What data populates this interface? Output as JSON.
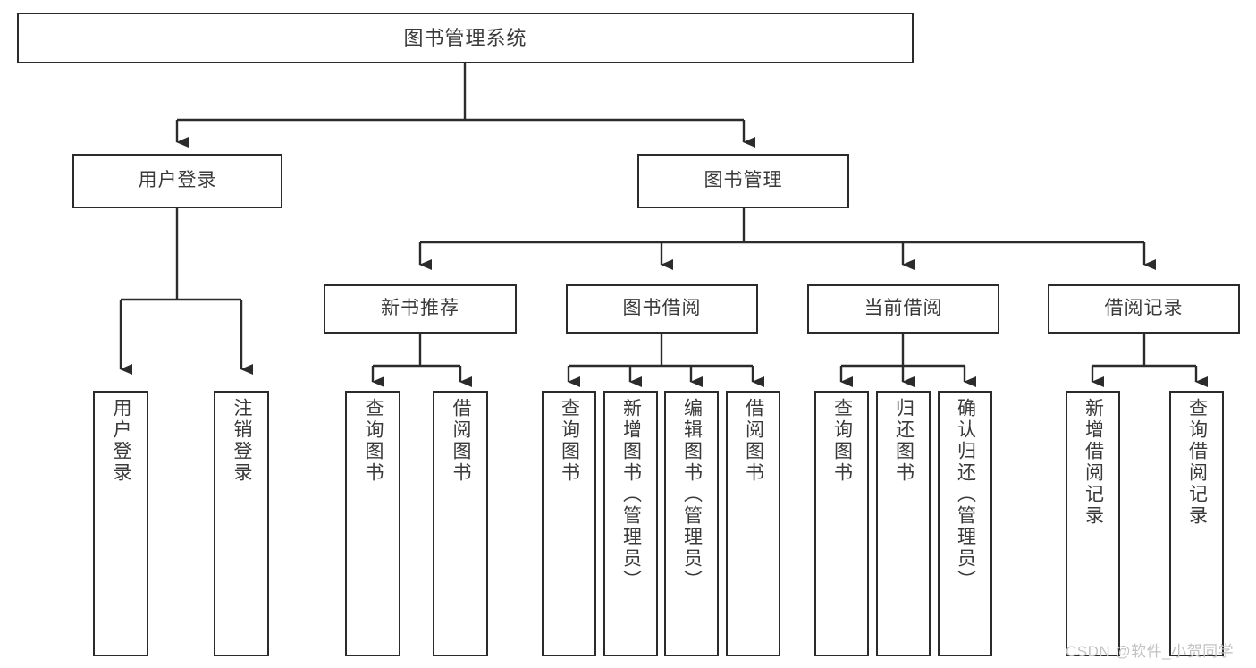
{
  "diagram": {
    "title": "图书管理系统",
    "type": "hierarchy-tree",
    "watermark": "CSDN @软件_小贺同学",
    "colors": {
      "box_border": "#2b2b2b",
      "box_fill": "#ffffff",
      "connector": "#2b2b2b",
      "text": "#3a3a3a",
      "watermark": "#c2c2c2",
      "background": "#ffffff"
    },
    "levels": [
      {
        "level": 1,
        "nodes": [
          {
            "id": "root",
            "label": "图书管理系统",
            "orientation": "horizontal"
          }
        ]
      },
      {
        "level": 2,
        "nodes": [
          {
            "id": "user-login",
            "label": "用户登录",
            "orientation": "horizontal",
            "parent": "root"
          },
          {
            "id": "book-manage",
            "label": "图书管理",
            "orientation": "horizontal",
            "parent": "root"
          }
        ]
      },
      {
        "level": 3,
        "nodes": [
          {
            "id": "new-book-rec",
            "label": "新书推荐",
            "orientation": "horizontal",
            "parent": "book-manage"
          },
          {
            "id": "book-borrow",
            "label": "图书借阅",
            "orientation": "horizontal",
            "parent": "book-manage"
          },
          {
            "id": "current-borrow",
            "label": "当前借阅",
            "orientation": "horizontal",
            "parent": "book-manage"
          },
          {
            "id": "borrow-record",
            "label": "借阅记录",
            "orientation": "horizontal",
            "parent": "book-manage"
          }
        ]
      },
      {
        "level": 4,
        "nodes": [
          {
            "id": "leaf-user-login",
            "label": "用户登录",
            "orientation": "vertical",
            "parent": "user-login"
          },
          {
            "id": "leaf-logout",
            "label": "注销登录",
            "orientation": "vertical",
            "parent": "user-login"
          },
          {
            "id": "leaf-query-book-1",
            "label": "查询图书",
            "orientation": "vertical",
            "parent": "new-book-rec"
          },
          {
            "id": "leaf-borrow-book-1",
            "label": "借阅图书",
            "orientation": "vertical",
            "parent": "new-book-rec"
          },
          {
            "id": "leaf-query-book-2",
            "label": "查询图书",
            "orientation": "vertical",
            "parent": "book-borrow"
          },
          {
            "id": "leaf-add-book",
            "label": "新增图书（管理员）",
            "orientation": "vertical",
            "parent": "book-borrow"
          },
          {
            "id": "leaf-edit-book",
            "label": "编辑图书（管理员）",
            "orientation": "vertical",
            "parent": "book-borrow"
          },
          {
            "id": "leaf-borrow-book-2",
            "label": "借阅图书",
            "orientation": "vertical",
            "parent": "book-borrow"
          },
          {
            "id": "leaf-query-book-3",
            "label": "查询图书",
            "orientation": "vertical",
            "parent": "current-borrow"
          },
          {
            "id": "leaf-return-book",
            "label": "归还图书",
            "orientation": "vertical",
            "parent": "current-borrow"
          },
          {
            "id": "leaf-confirm-return",
            "label": "确认归还（管理员）",
            "orientation": "vertical",
            "parent": "current-borrow"
          },
          {
            "id": "leaf-add-record",
            "label": "新增借阅记录",
            "orientation": "vertical",
            "parent": "borrow-record"
          },
          {
            "id": "leaf-query-record",
            "label": "查询借阅记录",
            "orientation": "vertical",
            "parent": "borrow-record"
          }
        ]
      }
    ]
  }
}
